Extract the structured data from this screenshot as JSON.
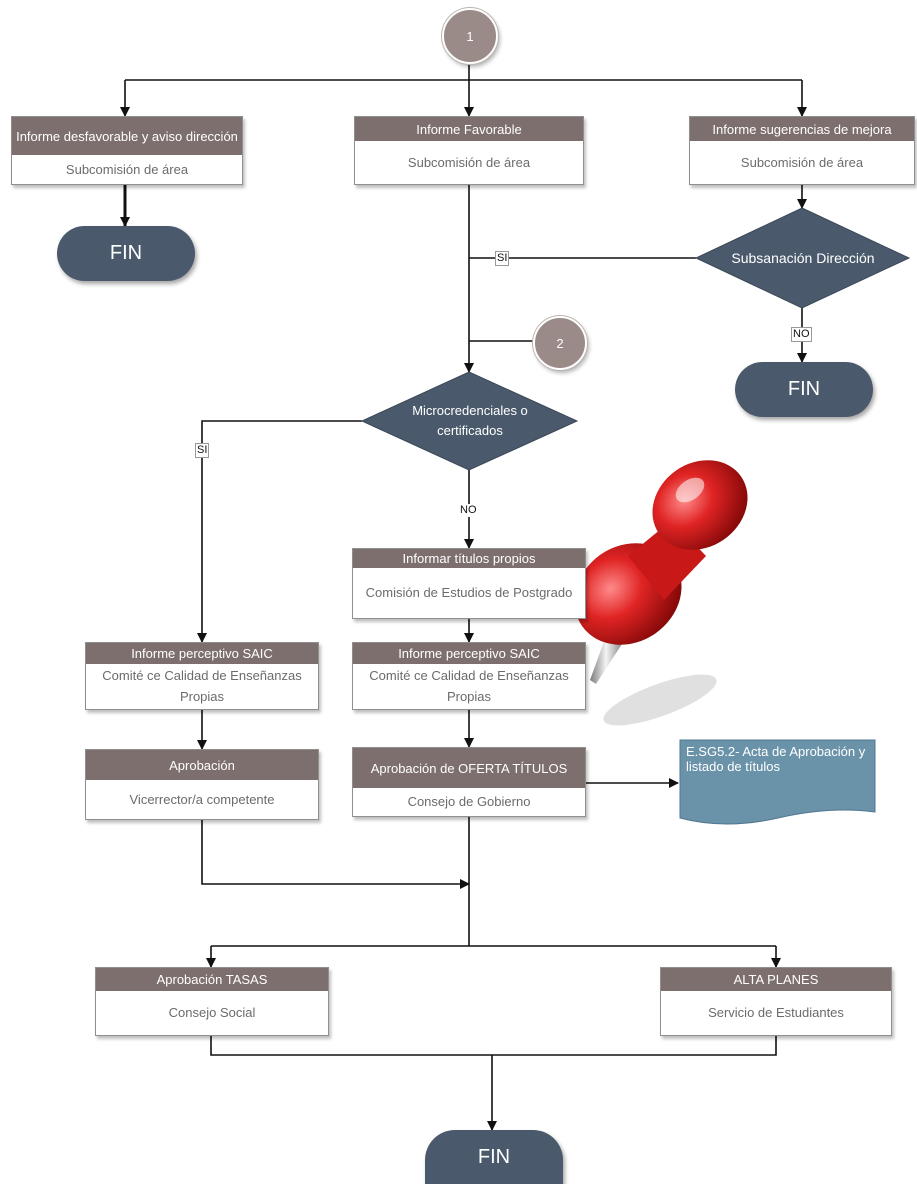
{
  "connectors": {
    "c1": "1",
    "c2": "2"
  },
  "boxes": {
    "desfavorable": {
      "header": "Informe  desfavorable y aviso dirección",
      "body": "Subcomisión  de  área"
    },
    "favorable": {
      "header": "Informe  Favorable",
      "body": "Subcomisión  de  área"
    },
    "sugerencias": {
      "header": "Informe  sugerencias  de  mejora",
      "body": "Subcomisión  de  área"
    },
    "titulos_propios": {
      "header": "Informar  títulos  propios",
      "body": "Comisión  de  Estudios  de Postgrado"
    },
    "saic_left": {
      "header": "Informe  perceptivo  SAIC",
      "body": "Comité  ce  Calidad  de Enseñanzas  Propias"
    },
    "saic_mid": {
      "header": "Informe  perceptivo  SAIC",
      "body": "Comité  ce  Calidad  de Enseñanzas  Propias"
    },
    "aprobacion": {
      "header": "Aprobación",
      "body": "Vicerrector/a  competente"
    },
    "oferta": {
      "header": "Aprobación  de  OFERTA TÍTULOS",
      "body": "Consejo  de  Gobierno"
    },
    "tasas": {
      "header": "Aprobación  TASAS",
      "body": "Consejo  Social"
    },
    "planes": {
      "header": "ALTA  PLANES",
      "body": "Servicio  de  Estudiantes"
    }
  },
  "decisions": {
    "subsanacion": "Subsanación Dirección",
    "micro": "Microcredenciales  o certificados"
  },
  "terminals": {
    "fin1": "FIN",
    "fin2": "FIN",
    "fin3": "FIN"
  },
  "labels": {
    "si_top": "SI",
    "no_right": "NO",
    "si_left": "SI",
    "no_mid": "NO"
  },
  "document": {
    "text": "E.SG5.2-  Acta  de Aprobación y  listado de títulos"
  },
  "colors": {
    "header_bg": "#7d6f6e",
    "terminal": "#4a5a6c",
    "decision": "#4a5a6c",
    "connector": "#9a8b88",
    "document": "#6a93aa",
    "pin": "#cc1d1d"
  }
}
